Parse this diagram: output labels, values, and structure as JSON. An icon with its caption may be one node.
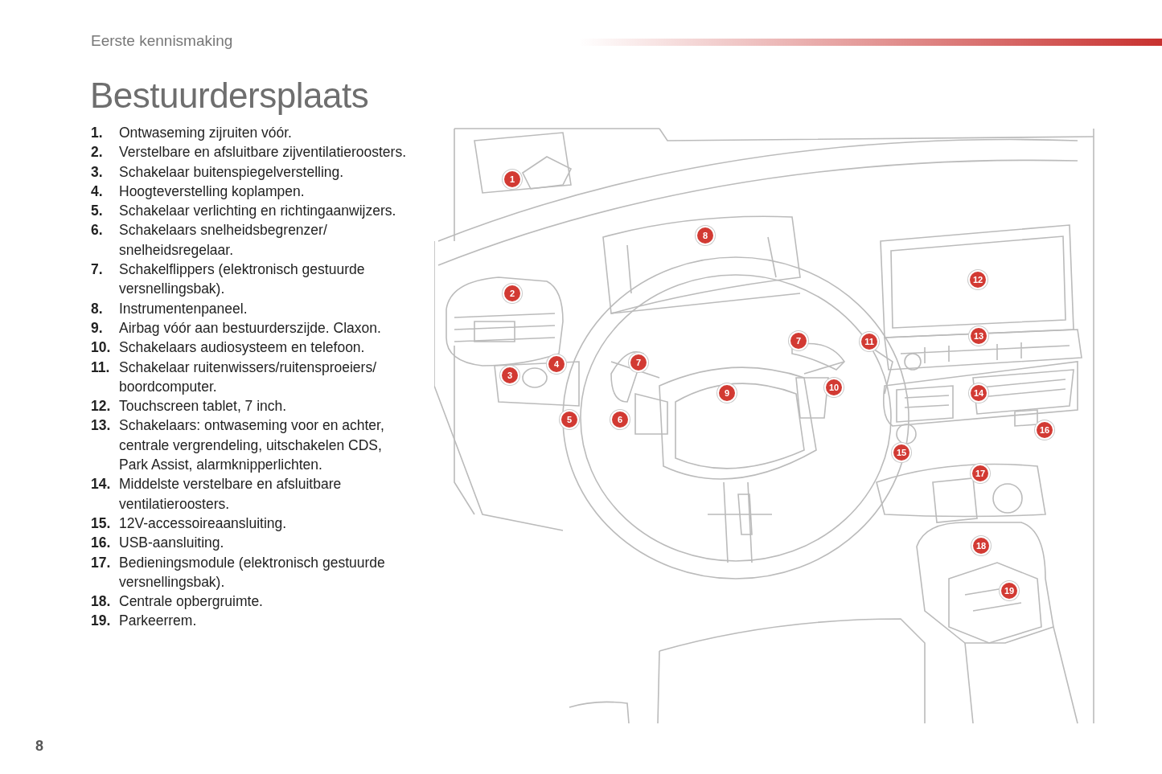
{
  "diagram": {
    "title": "Bestuurdersplaats",
    "labels": [
      "Eerste kennismaking",
      "1.",
      "Ontwaseming zijruiten vóór.",
      "2.",
      "Verstelbare en afsluitbare zijventilatieroosters.",
      "3.",
      "Schakelaar buitenspiegelverstelling.",
      "4.",
      "Hoogteverstelling koplampen.",
      "5.",
      "Schakelaar verlichting en richtingaanwijzers.",
      "6.",
      "Schakelaars snelheidsbegrenzer/ snelheidsregelaar.",
      "7.",
      "Schakelflippers (elektronisch gestuurde versnellingsbak).",
      "8.",
      "Instrumentenpaneel.",
      "9.",
      "Airbag vóór aan bestuurderszijde. Claxon.",
      "10.",
      "Schakelaars audiosysteem en telefoon.",
      "11.",
      "Schakelaar ruitenwissers/ruitensproeiers/ boordcomputer.",
      "12.",
      "Touchscreen tablet, 7 inch.",
      "13.",
      "Schakelaars: ontwaseming voor en achter, centrale vergrendeling, uitschakelen CDS, Park Assist, alarmknipperlichten.",
      "14.",
      "Middelste verstelbare en afsluitbare ventilatieroosters.",
      "15.",
      "12V-accessoireaansluiting.",
      "16.",
      "USB-aansluiting.",
      "17.",
      "Bedieningsmodule (elektronisch gestuurde versnellingsbak).",
      "18.",
      "Centrale opbergruimte.",
      "19.",
      "Parkeerrem.",
      "1",
      "2",
      "3",
      "4",
      "5",
      "6",
      "7",
      "7",
      "8",
      "9",
      "10",
      "11",
      "12",
      "13",
      "14",
      "15",
      "16",
      "17",
      "18",
      "19",
      "8"
    ]
  }
}
